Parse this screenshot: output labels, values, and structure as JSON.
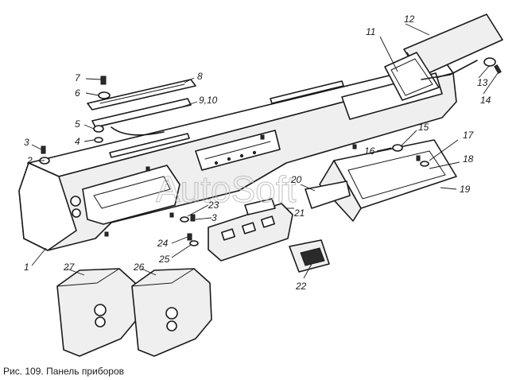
{
  "figure": {
    "caption": "Рис. 109. Панель приборов",
    "watermark": "AutoSoft"
  },
  "parts": [
    {
      "id": "part-1",
      "label": "1"
    },
    {
      "id": "part-2",
      "label": "2"
    },
    {
      "id": "part-3a",
      "label": "3"
    },
    {
      "id": "part-3b",
      "label": "3"
    },
    {
      "id": "part-4",
      "label": "4"
    },
    {
      "id": "part-5",
      "label": "5"
    },
    {
      "id": "part-6",
      "label": "6"
    },
    {
      "id": "part-7",
      "label": "7"
    },
    {
      "id": "part-8",
      "label": "8"
    },
    {
      "id": "part-9-10",
      "label": "9,10"
    },
    {
      "id": "part-11",
      "label": "11"
    },
    {
      "id": "part-12",
      "label": "12"
    },
    {
      "id": "part-13",
      "label": "13"
    },
    {
      "id": "part-14",
      "label": "14"
    },
    {
      "id": "part-15",
      "label": "15"
    },
    {
      "id": "part-16",
      "label": "16"
    },
    {
      "id": "part-17",
      "label": "17"
    },
    {
      "id": "part-18",
      "label": "18"
    },
    {
      "id": "part-19",
      "label": "19"
    },
    {
      "id": "part-20",
      "label": "20"
    },
    {
      "id": "part-21",
      "label": "21"
    },
    {
      "id": "part-22",
      "label": "22"
    },
    {
      "id": "part-23",
      "label": "23"
    },
    {
      "id": "part-24",
      "label": "24"
    },
    {
      "id": "part-25",
      "label": "25"
    },
    {
      "id": "part-26",
      "label": "26"
    },
    {
      "id": "part-27",
      "label": "27"
    }
  ]
}
